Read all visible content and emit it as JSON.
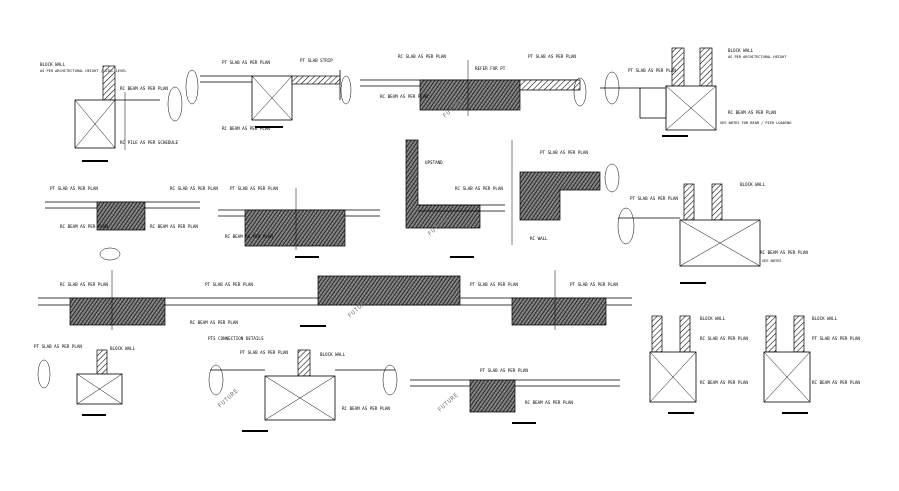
{
  "labels": {
    "d1_wall": "BLOCK WALL",
    "d1_wall2": "AS PER ARCHITECTURAL HEIGHT / SILL LEVEL",
    "d1_beam": "RC BEAM AS PER PLAN",
    "d1_pile": "RC PILE AS PER SCHEDULE",
    "d2_slab": "PT SLAB AS PER PLAN",
    "d2_slab2": "PT SLAB STRIP",
    "d2_beam": "RC BEAM AS PER PLAN",
    "d3_slab": "RC SLAB AS PER PLAN",
    "d3_slab2": "PT SLAB AS PER PLAN",
    "d3_refer": "REFER FOR PT",
    "d3_beam": "RC BEAM AS PER PLAN",
    "d4_wall": "BLOCK WALL",
    "d4_wall2": "AS PER ARCHITECTURAL HEIGHT",
    "d4_slab": "PT SLAB AS PER PLAN",
    "d4_beam": "RC BEAM AS PER PLAN",
    "d4_note": "SEE NOTES FOR BEAM / PIER LOADING",
    "r2_slab_a": "PT SLAB AS PER PLAN",
    "r2_slab_b": "RC SLAB AS PER PLAN",
    "r2_beam_a": "RC BEAM AS PER PLAN",
    "r2_beam_b": "RC BEAM AS PER PLAN",
    "r2_slab_c": "PT SLAB AS PER PLAN",
    "r2_beam_c": "RC BEAM AS PER PLAN",
    "r2_up": "UPSTAND",
    "r2_slab_d": "RC SLAB AS PER PLAN",
    "r2_slab_e": "PT SLAB AS PER PLAN",
    "r2_wall": "RC WALL",
    "r2_side_wall": "BLOCK WALL",
    "r2_side_slab": "PT SLAB AS PER PLAN",
    "r2_side_beam": "RC BEAM AS PER PLAN",
    "r2_side_note": "SEE NOTES",
    "r3_slab_a": "RC SLAB AS PER PLAN",
    "r3_slab_b": "PT SLAB AS PER PLAN",
    "r3_slab_c": "PT SLAB AS PER PLAN",
    "r3_slab_d": "PT SLAB AS PER PLAN",
    "r3_beam": "RC BEAM AS PER PLAN",
    "r4_slab_a": "PT SLAB AS PER PLAN",
    "r4_wall_a": "BLOCK WALL",
    "r4_conn": "PTS CONNECTION DETAILS",
    "r4_slab_b": "PT SLAB AS PER PLAN",
    "r4_wall_b": "BLOCK WALL",
    "r4_beam_b": "RC BEAM AS PER PLAN",
    "r4_slab_c": "PT SLAB AS PER PLAN",
    "r4_beam_c": "RC BEAM AS PER PLAN",
    "r4_wall_d": "BLOCK WALL",
    "r4_slab_d": "RC SLAB AS PER PLAN",
    "r4_beam_d": "RC BEAM AS PER PLAN",
    "r4_wall_e": "BLOCK WALL",
    "r4_slab_e": "PT SLAB AS PER PLAN",
    "r4_beam_e": "RC BEAM AS PER PLAN"
  },
  "watermark": "FUTURE"
}
